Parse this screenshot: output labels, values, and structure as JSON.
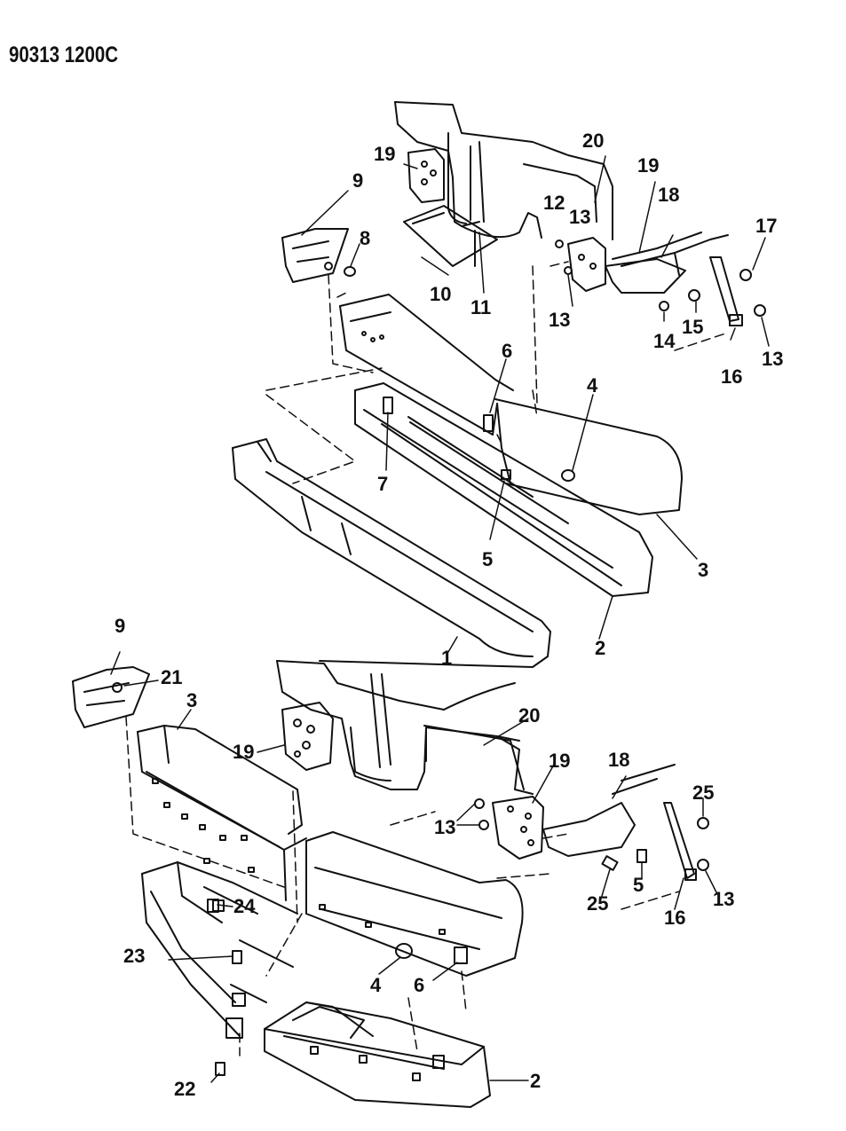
{
  "diagram_id": "90313 1200C",
  "upper_assembly": {
    "callouts": [
      "19",
      "20",
      "19",
      "9",
      "8",
      "12",
      "13",
      "18",
      "17",
      "10",
      "11",
      "13",
      "14",
      "15",
      "6",
      "16",
      "13",
      "4",
      "7",
      "5",
      "3",
      "2",
      "1"
    ]
  },
  "lower_assembly": {
    "callouts": [
      "9",
      "21",
      "3",
      "20",
      "19",
      "19",
      "18",
      "25",
      "13",
      "24",
      "5",
      "25",
      "16",
      "13",
      "23",
      "4",
      "6",
      "22",
      "2"
    ]
  },
  "colors": {
    "line": "#111111",
    "background": "#ffffff"
  }
}
